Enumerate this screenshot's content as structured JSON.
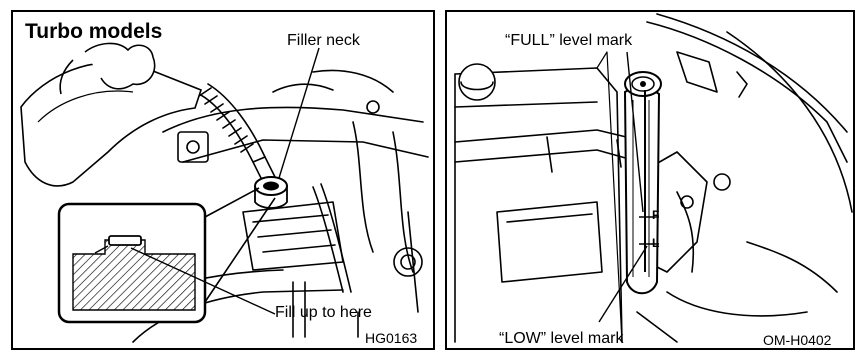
{
  "left_panel": {
    "title": "Turbo models",
    "labels": {
      "filler_neck": "Filler neck",
      "fill_up_to_here": "Fill up to here"
    },
    "figure_code": "HG0163"
  },
  "right_panel": {
    "labels": {
      "full_mark": "“FULL” level mark",
      "low_mark": "“LOW” level mark",
      "tank_full_letter": "F",
      "tank_low_letter": "L"
    },
    "figure_code": "OM-H0402"
  }
}
